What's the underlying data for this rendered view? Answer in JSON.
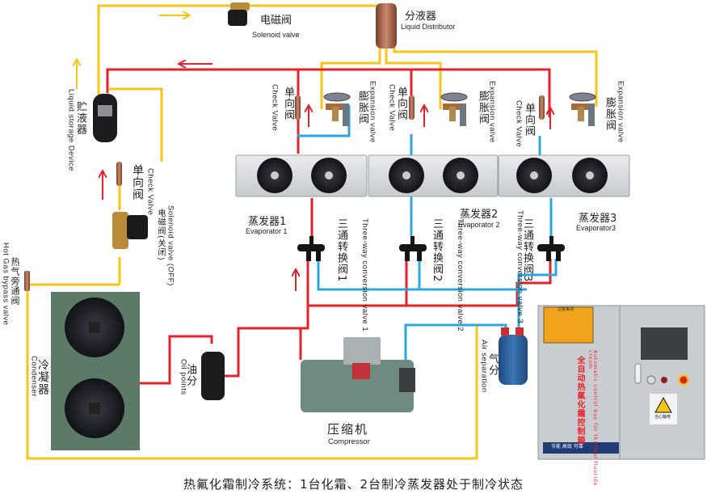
{
  "caption": "热氟化霜制冷系统：1台化霜、2台制冷蒸发器处于制冷状态",
  "colors": {
    "liquid_line": "#f5c518",
    "hot_gas_line": "#e5212b",
    "suction_line": "#2ba7df",
    "condenser_body": "#5d7a66",
    "panel_body": "#c9cdd1"
  },
  "components": {
    "solenoid_top": {
      "cn": "电磁阀",
      "en": "Solenoid valve"
    },
    "liquid_distributor": {
      "cn": "分液器",
      "en": "Liquid Distributor"
    },
    "liquid_storage": {
      "cn": "贮液器",
      "en": "Liquid storage Device"
    },
    "check_valve_left": {
      "cn": "单向阀",
      "en": "Check Valve"
    },
    "solenoid_off": {
      "cn": "电磁阀(关闭)",
      "en": "Solenoid valve (OFF)"
    },
    "hot_gas_bypass": {
      "cn": "热气旁通阀",
      "en": "Hot Gas bypass valve"
    },
    "condenser": {
      "cn": "冷凝器",
      "en": "Condenser"
    },
    "oil_separator": {
      "cn": "油分",
      "en": "Oil points"
    },
    "compressor": {
      "cn": "压缩机",
      "en": "Compressor"
    },
    "gas_separator": {
      "cn": "气分",
      "en": "Air separation"
    },
    "control_panel": {
      "cn": "全自动热氟化霜控制箱",
      "en": "Automatic control box for thermal fluoride cream",
      "warning_label": "注意事项",
      "hazard_label": "当心触电",
      "footer": "节能 高效 可靠"
    }
  },
  "evaporator_units": [
    {
      "check_valve": {
        "cn": "单向阀",
        "en": "Check Valve"
      },
      "expansion_valve": {
        "cn": "膨胀阀",
        "en": "Expansion valve"
      },
      "evaporator": {
        "cn": "蒸发器1",
        "en": "Evaporator 1"
      },
      "three_way": {
        "cn": "三通转换阀1",
        "en": "Three-way conversion valve 1"
      },
      "mode": "defrost"
    },
    {
      "check_valve": {
        "cn": "单向阀",
        "en": "Check Valve"
      },
      "expansion_valve": {
        "cn": "膨胀阀",
        "en": "Expansion valve"
      },
      "evaporator": {
        "cn": "蒸发器2",
        "en": "Evaporator 2"
      },
      "three_way": {
        "cn": "三通转换阀2",
        "en": "Three-way conversion valve 2"
      },
      "mode": "cooling"
    },
    {
      "check_valve": {
        "cn": "单向阀",
        "en": "Check Valve"
      },
      "expansion_valve": {
        "cn": "膨胀阀",
        "en": "Expansion valve"
      },
      "evaporator": {
        "cn": "蒸发器3",
        "en": "Evaporator3"
      },
      "three_way": {
        "cn": "三通转换阀3",
        "en": "Three-way conversion valve 3"
      },
      "mode": "cooling"
    }
  ]
}
